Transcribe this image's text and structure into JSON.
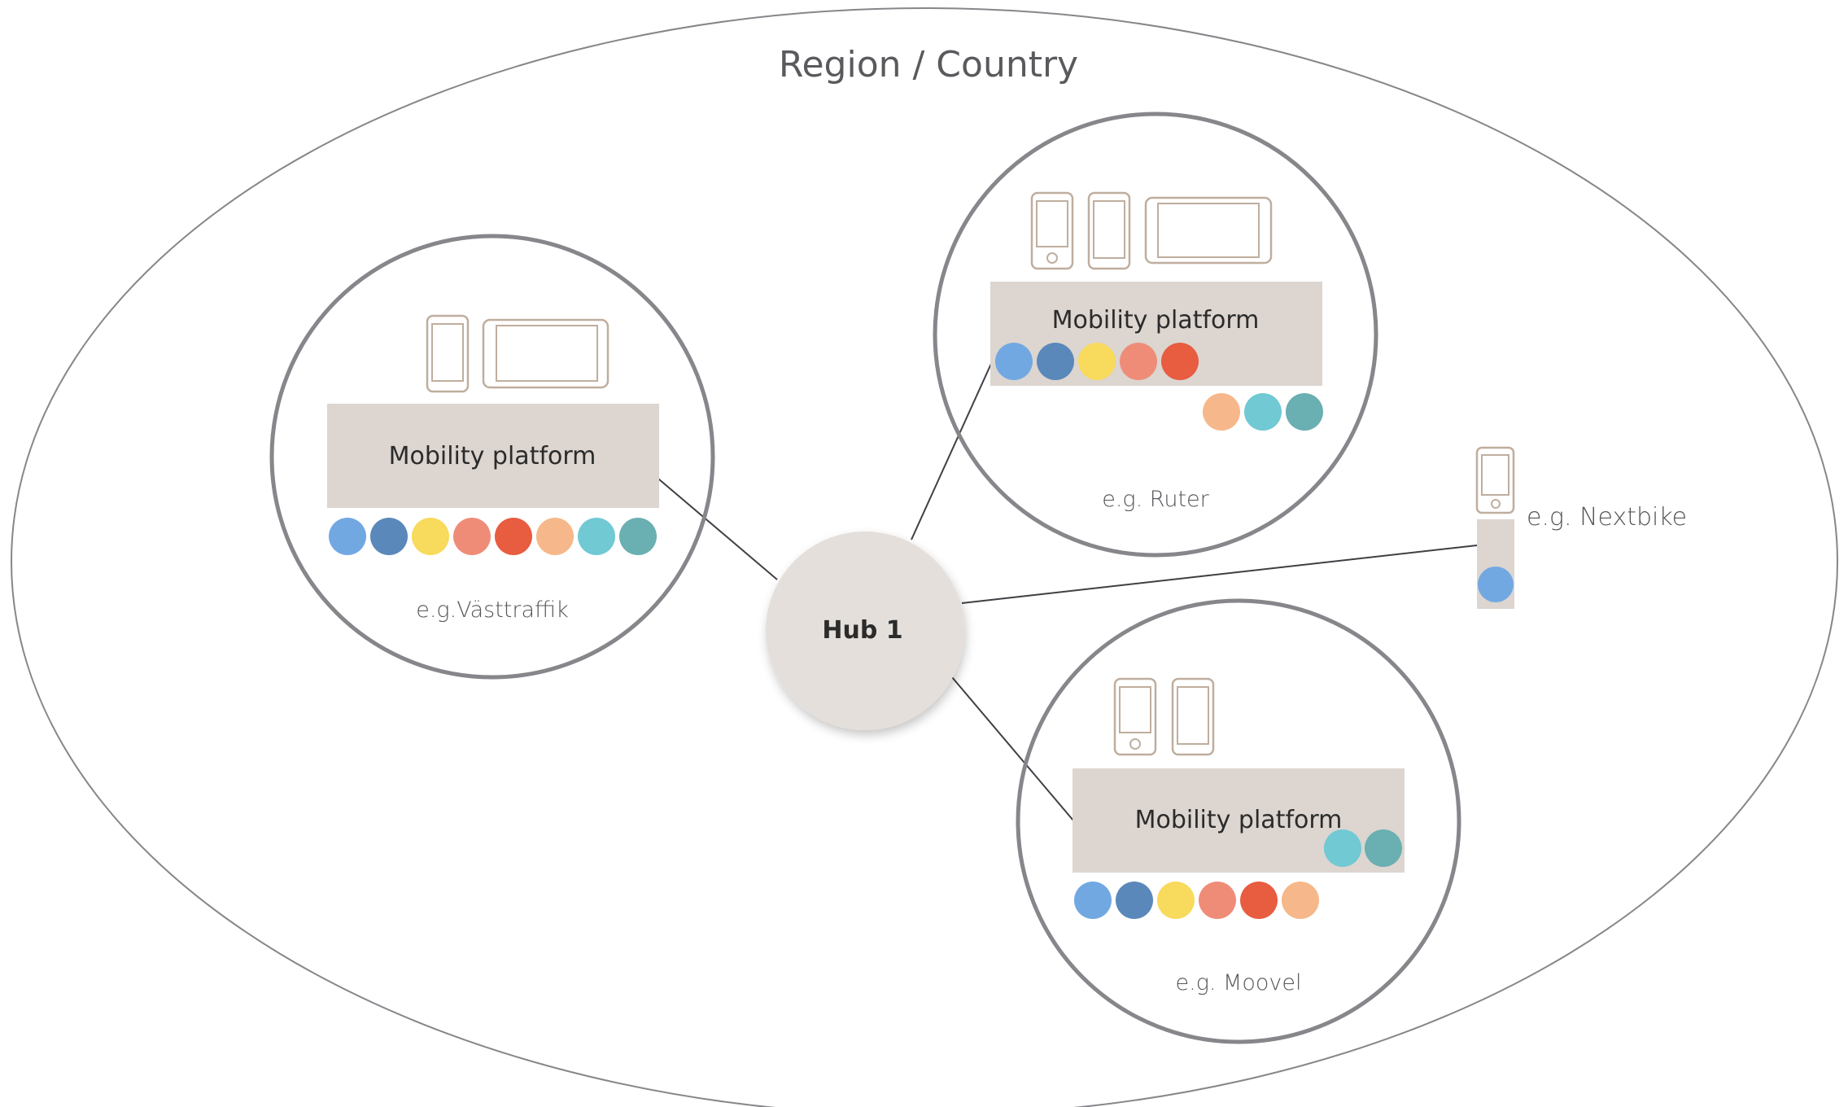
{
  "region": {
    "label": "Region / Country"
  },
  "hub": {
    "label": "Hub 1"
  },
  "platform_label": "Mobility platform",
  "colors": {
    "light_blue": "#72a8e2",
    "steel_blue": "#5b88ba",
    "yellow": "#f8da5c",
    "salmon": "#ef8c78",
    "red": "#e85c40",
    "peach": "#f6b88a",
    "cyan": "#70c9d3",
    "teal": "#6aafb2",
    "platform_fill": "#dcd5d0",
    "hub_fill": "#e4dfdb",
    "device_stroke": "#bfae9e",
    "circle_stroke": "#86868b"
  },
  "operators": {
    "vasttrafik": {
      "caption": "e.g.Västtraffik",
      "devices": [
        "phone-icon",
        "tablet-icon"
      ],
      "services_below": [
        "light_blue",
        "steel_blue",
        "yellow",
        "salmon",
        "red",
        "peach",
        "cyan",
        "teal"
      ]
    },
    "ruter": {
      "caption": "e.g. Ruter",
      "devices": [
        "phone-icon",
        "phone-icon",
        "tablet-icon"
      ],
      "services_inside": [
        "light_blue",
        "steel_blue",
        "yellow",
        "salmon",
        "red"
      ],
      "services_below": [
        "peach",
        "cyan",
        "teal"
      ]
    },
    "moovel": {
      "caption": "e.g. Moovel",
      "devices": [
        "phone-icon",
        "phone-icon"
      ],
      "services_inside": [
        "cyan",
        "teal"
      ],
      "services_below": [
        "light_blue",
        "steel_blue",
        "yellow",
        "salmon",
        "red",
        "peach"
      ]
    },
    "nextbike": {
      "caption": "e.g. Nextbike",
      "devices": [
        "phone-icon"
      ],
      "services_inside": [
        "light_blue"
      ]
    }
  }
}
